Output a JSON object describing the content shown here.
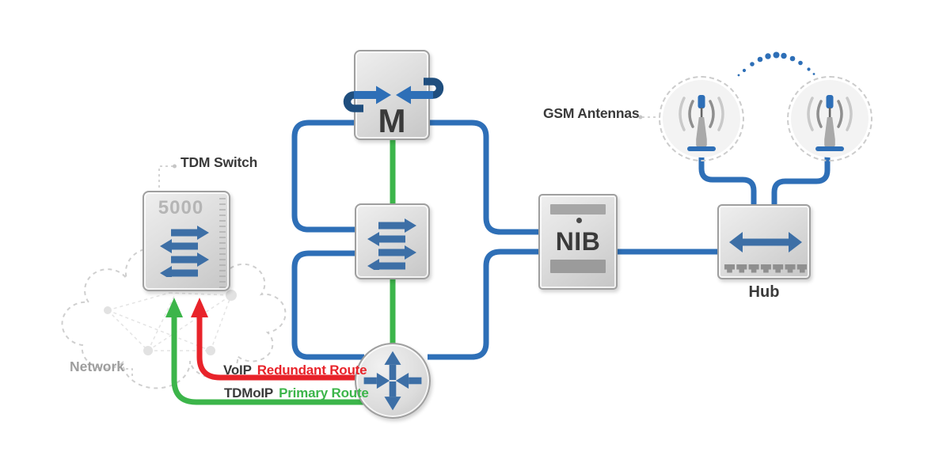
{
  "colors": {
    "line_blue": "#2e6fb7",
    "arrow_blue": "#3d6fa6",
    "hook_blue": "#1f4e7e",
    "route_green": "#3cb54a",
    "route_red": "#e8232a",
    "text_dark": "#3a3a3a",
    "model_gray": "#b5b5b5",
    "network_gray": "#9e9e9e",
    "metal_gray": "#a8a8a8",
    "port_gray": "#8f8f8f"
  },
  "nodes": {
    "tdm_switch": {
      "label": "TDM Switch",
      "model": "5000"
    },
    "multiplexer": {
      "label": "M"
    },
    "nib": {
      "label": "NIB"
    },
    "hub": {
      "label": "Hub"
    },
    "gsm_antennas": {
      "label": "GSM Antennas"
    },
    "network_cloud": {
      "label": "Network"
    }
  },
  "routes": {
    "redundant": {
      "protocol": "VoIP",
      "name": "Redundant Route"
    },
    "primary": {
      "protocol": "TDMoIP",
      "name": "Primary Route"
    }
  }
}
